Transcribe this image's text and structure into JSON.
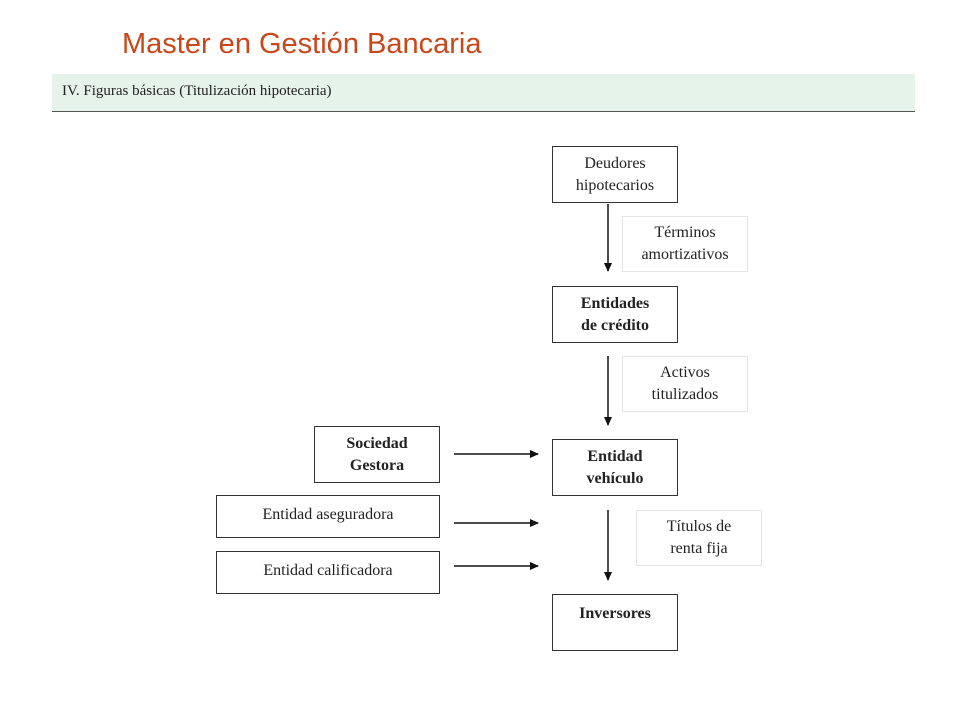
{
  "header": {
    "title": "Master en Gestión Bancaria",
    "subtitle": "IV. Figuras básicas (Titulización hipotecaria)"
  },
  "diagram": {
    "nodes": {
      "deudores": "Deudores\nhipotecarios",
      "entidades_credito": "Entidades\nde crédito",
      "entidad_vehiculo": "Entidad\nvehículo",
      "inversores": "Inversores",
      "sociedad_gestora": "Sociedad\nGestora",
      "entidad_aseguradora": "Entidad aseguradora",
      "entidad_calificadora": "Entidad calificadora"
    },
    "edge_labels": {
      "terminos": "Términos\namortizativos",
      "activos": "Activos\ntitulizados",
      "titulos": "Títulos de\nrenta fija"
    }
  },
  "colors": {
    "title": "#c8471b",
    "subtitle_bar": "#e5f3ea",
    "lines": "#111111"
  }
}
